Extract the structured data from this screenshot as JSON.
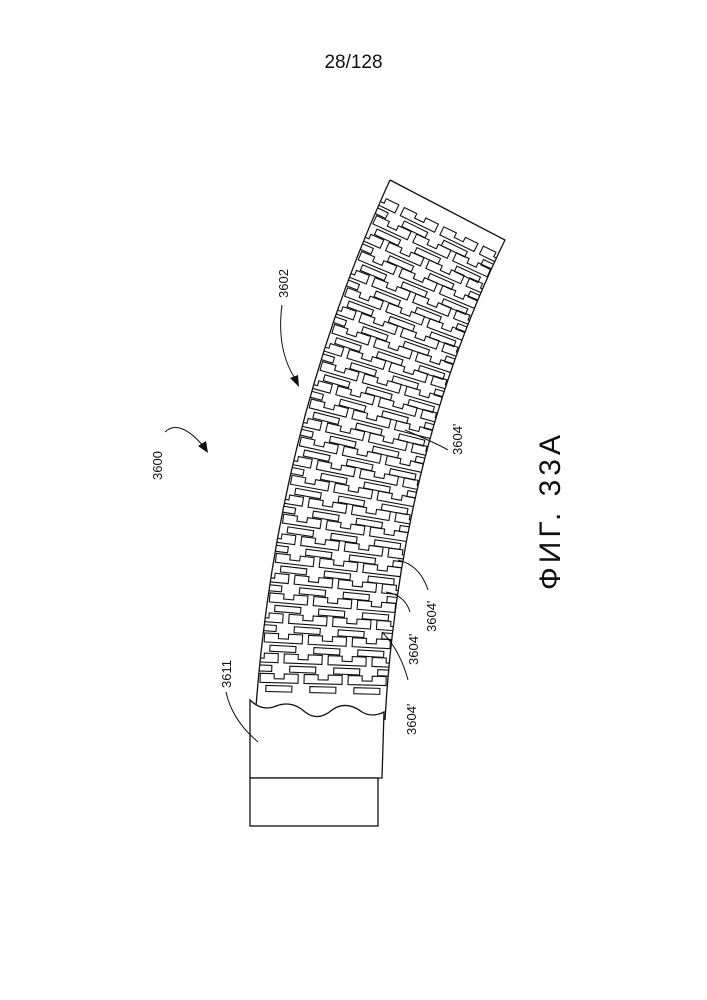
{
  "page_number": "28/128",
  "figure_title": "ФИГ. 33А",
  "labels": {
    "device": "3600",
    "tube": "3602",
    "feature_a": "3604'",
    "feature_b": "3604'",
    "feature_c": "3604'",
    "feature_d": "3604'",
    "sleeve": "3611"
  }
}
